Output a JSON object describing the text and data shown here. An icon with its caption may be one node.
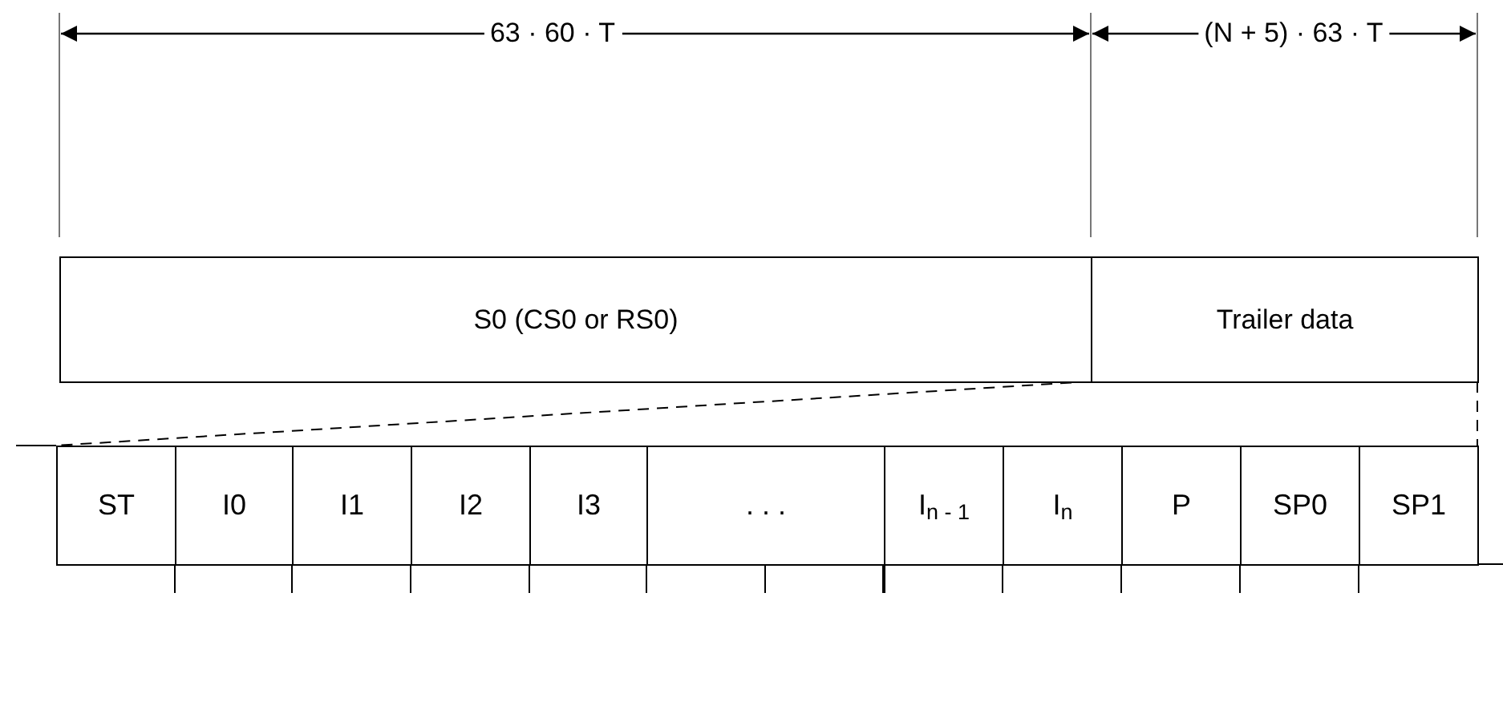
{
  "diagram": {
    "nodes": [
      {
        "text": [
          "S0 (CS0 or RS0)"
        ]
      },
      {
        "text": [
          "Trailer data"
        ]
      },
      {
        "text": [
          "ST"
        ]
      },
      {
        "text": [
          "I0"
        ]
      },
      {
        "text": [
          "I1"
        ]
      },
      {
        "text": [
          "I2"
        ]
      },
      {
        "text": [
          "I3"
        ]
      },
      {
        "text": [
          ". . ."
        ]
      },
      {
        "text": [
          "I$_{n - 1}$"
        ]
      },
      {
        "text": [
          "I$_{n}$"
        ]
      },
      {
        "text": [
          "P"
        ]
      },
      {
        "text": [
          "SP0"
        ]
      },
      {
        "text": [
          "SP1"
        ]
      }
    ],
    "edges": [
      {
        "from": 0,
        "to": 2,
        "arrow": "none",
        "style": "dashed"
      },
      {
        "from": 1,
        "to": 12,
        "arrow": "none",
        "style": "dashed"
      }
    ],
    "labels": [
      "63 · 60 · T",
      "(N + 5) · 63 · T"
    ]
  }
}
